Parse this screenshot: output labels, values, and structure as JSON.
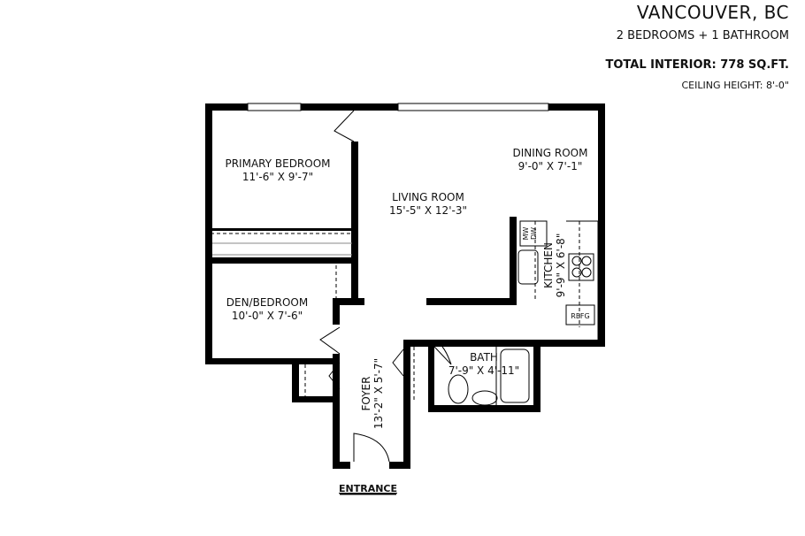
{
  "header": {
    "city": "VANCOUVER, BC",
    "rooms_summary": "2 BEDROOMS + 1 BATHROOM",
    "total_interior": "TOTAL INTERIOR:   778 SQ.FT.",
    "ceiling_height": "CEILING HEIGHT: 8'-0\""
  },
  "rooms": [
    {
      "name": "PRIMARY BEDROOM",
      "dims": "11'-6\" X 9'-7\""
    },
    {
      "name": "LIVING ROOM",
      "dims": "15'-5\" X 12'-3\""
    },
    {
      "name": "DINING ROOM",
      "dims": "9'-0\" X 7'-1\""
    },
    {
      "name": "KITCHEN",
      "dims": "9'-9\" X 6'-8\""
    },
    {
      "name": "DEN/BEDROOM",
      "dims": "10'-0\" X 7'-6\""
    },
    {
      "name": "FOYER",
      "dims": "13'-2\" X 5'-7\""
    },
    {
      "name": "BATH",
      "dims": "7'-9\" X 4'-11\""
    }
  ],
  "appliances": {
    "microwave": "MW",
    "dishwasher": "DW",
    "fridge": "REFG"
  },
  "entrance_label": "ENTRANCE"
}
